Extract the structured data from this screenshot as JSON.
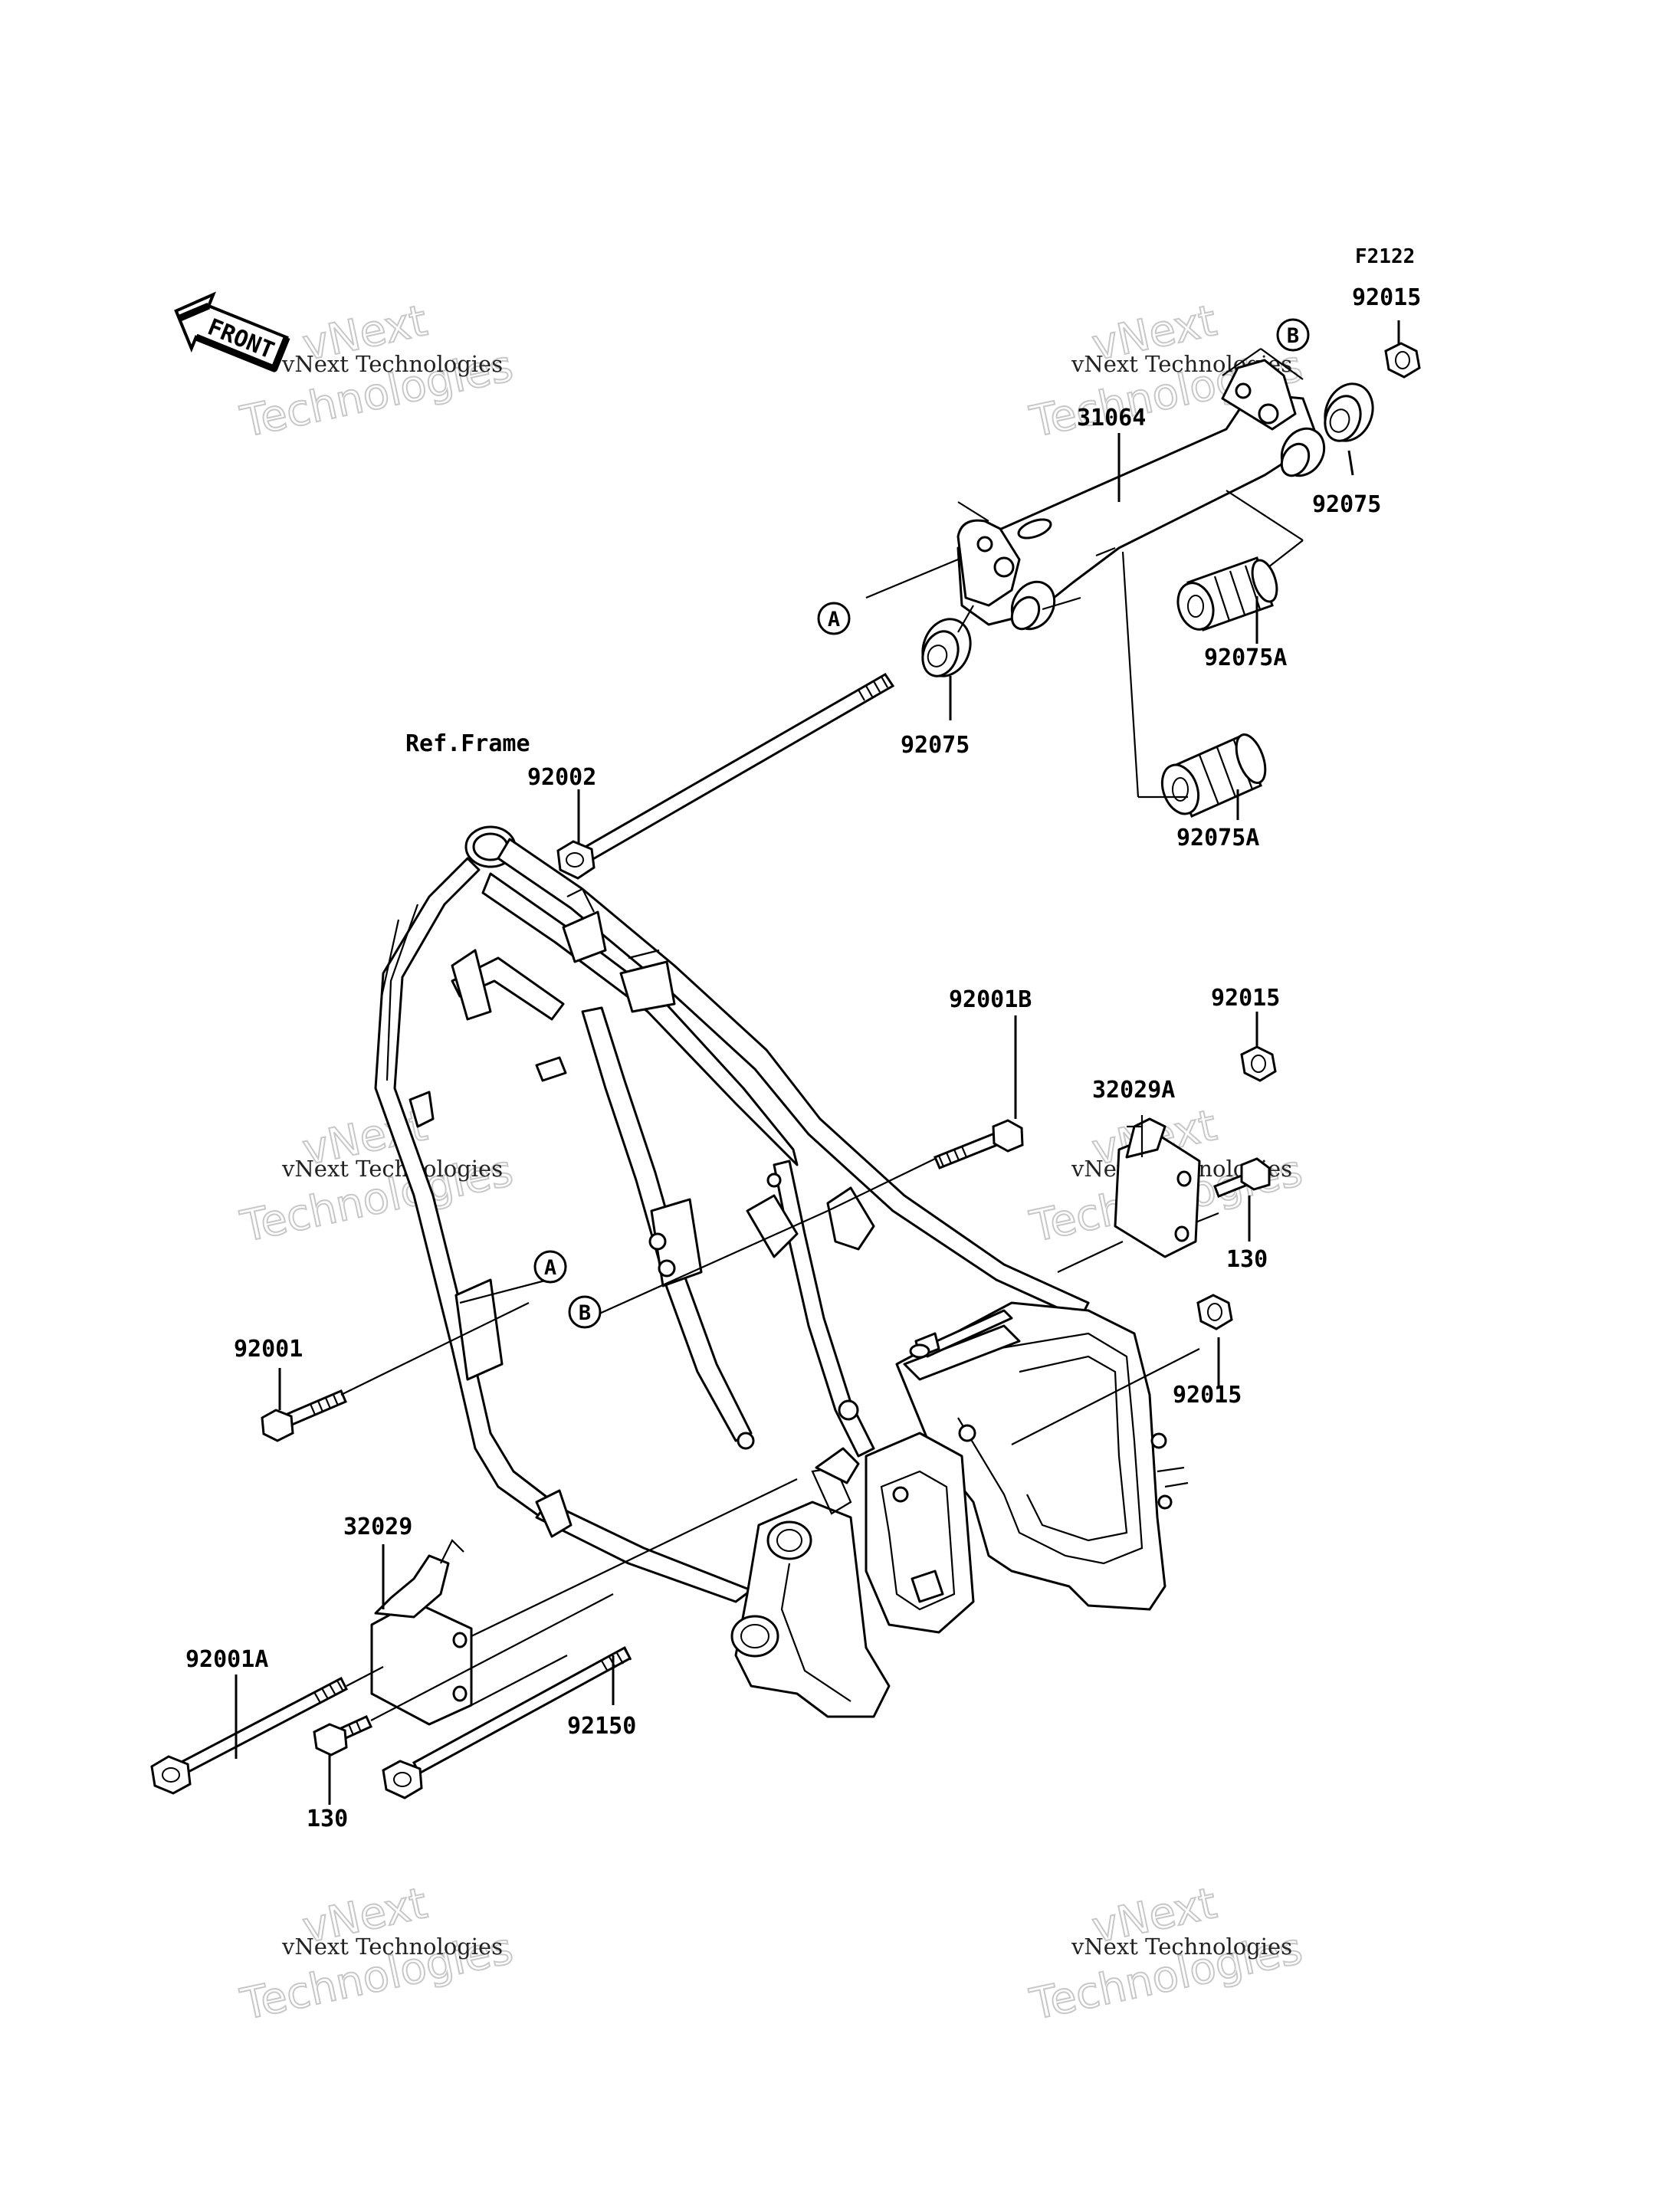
{
  "figure_id": "F2122",
  "front_arrow": {
    "label": "FRONT",
    "icon": "front-arrow-icon"
  },
  "ref_frame": "Ref.Frame",
  "reference_markers": [
    "A",
    "B"
  ],
  "parts": {
    "p31064": "31064",
    "p92015_top": "92015",
    "p92075_right": "92075",
    "p92075_left": "92075",
    "p92075A_upper": "92075A",
    "p92075A_lower": "92075A",
    "p92002": "92002",
    "p92001B": "92001B",
    "p92015_mid": "92015",
    "p32029A": "32029A",
    "p130_right": "130",
    "p92015_low": "92015",
    "p92001": "92001",
    "p32029": "32029",
    "p92001A": "92001A",
    "p92150": "92150",
    "p130_left": "130"
  },
  "watermark": {
    "line_small": "vNext Technologies",
    "line_big_1": "vNext",
    "line_big_2": "Technologies"
  }
}
